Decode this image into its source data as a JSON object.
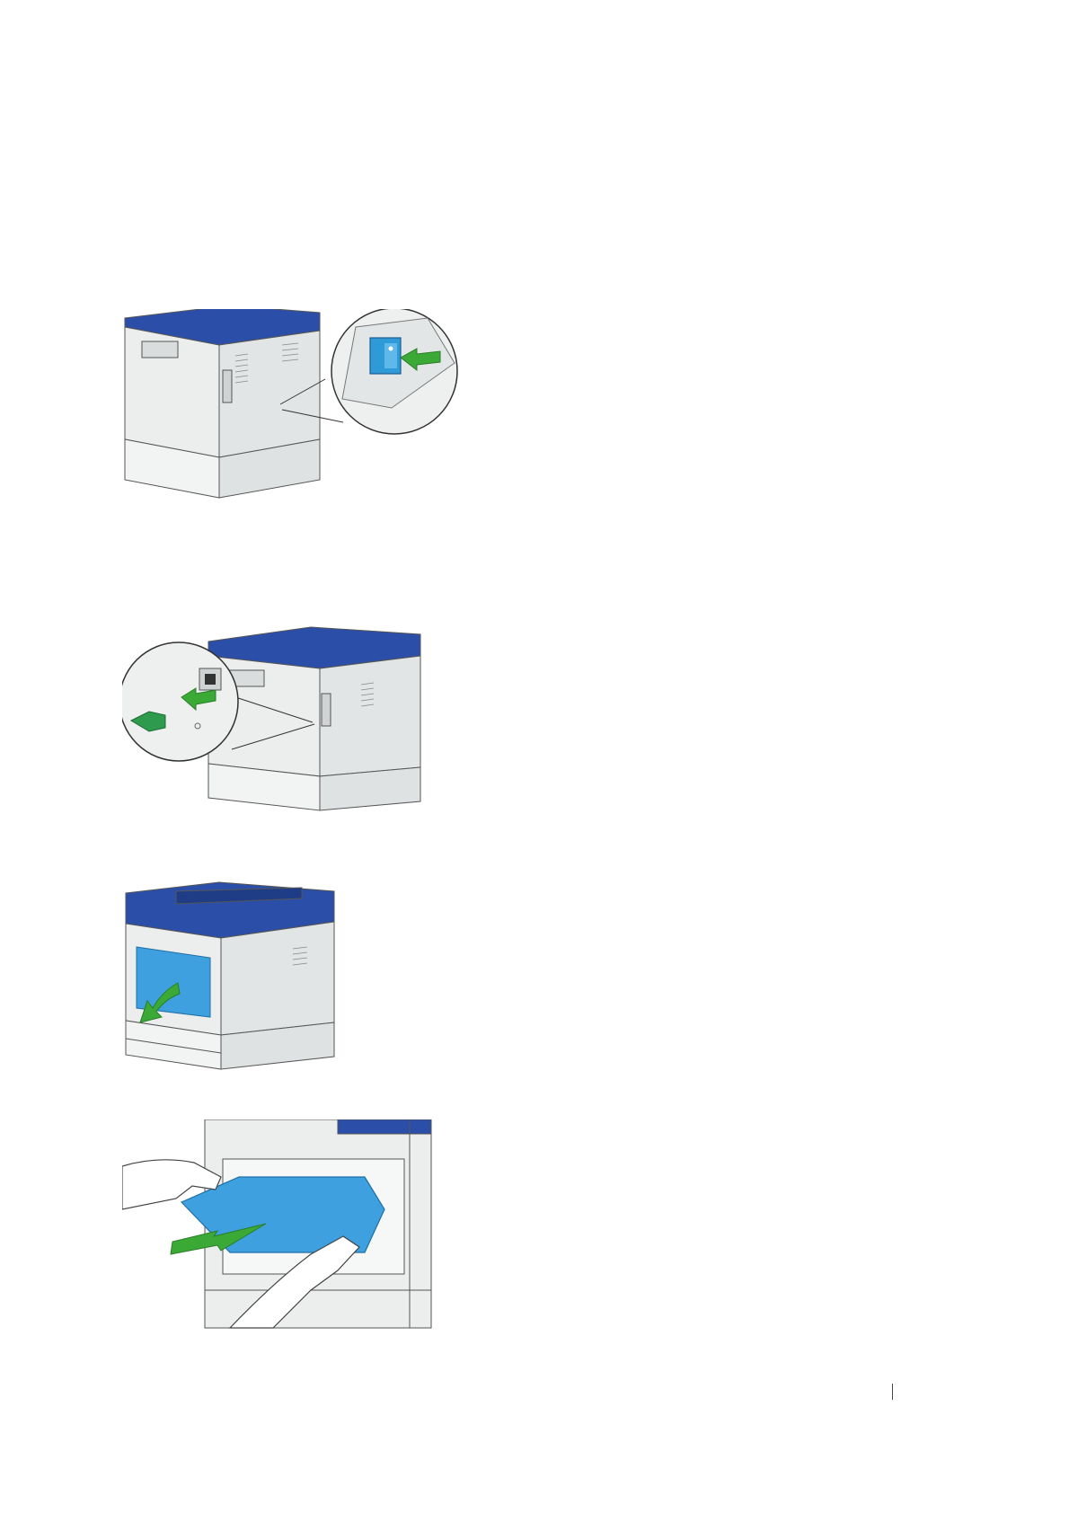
{
  "colors": {
    "printer_top_blue": "#2b4fa8",
    "tray_blue": "#3ea0de",
    "arrow_green": "#3aa935",
    "plug_green": "#2e9a4d",
    "body_light": "#eceeee",
    "body_shade": "#d7dbdb",
    "outline": "#555555"
  },
  "figures": [
    {
      "name": "turn-off-power-switch",
      "icons": [
        "printer-rear-icon",
        "power-switch-icon",
        "push-arrow-icon"
      ]
    },
    {
      "name": "unplug-power-cord",
      "icons": [
        "printer-rear-icon",
        "power-plug-icon",
        "pull-arrow-icon"
      ]
    },
    {
      "name": "open-front-cover",
      "icons": [
        "printer-front-icon",
        "open-cover-arrow-icon"
      ]
    },
    {
      "name": "pull-out-bypass-tray",
      "icons": [
        "hands-icon",
        "bypass-tray-icon",
        "pull-arrow-icon"
      ]
    }
  ]
}
